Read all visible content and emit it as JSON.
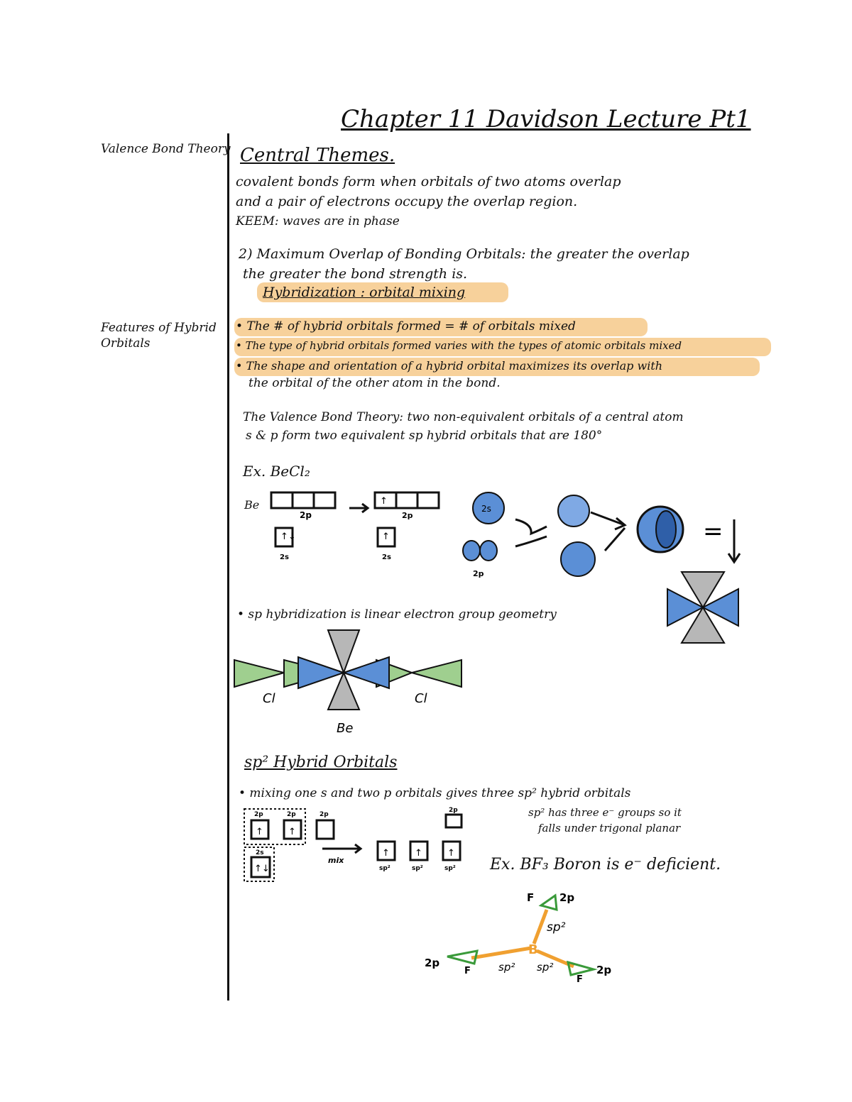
{
  "title": "Chapter 11 Davidson Lecture Pt1",
  "sidebar": {
    "valence_bond_theory": "Valence Bond Theory",
    "features_line1": "Features of Hybrid",
    "features_line2": "Orbitals"
  },
  "central_themes": {
    "heading": "Central Themes.",
    "line1": "covalent bonds form when orbitals of two atoms overlap",
    "line2": "and a pair of electrons occupy the overlap region.",
    "line3": "KEEM: waves are in phase"
  },
  "max_overlap": {
    "line1": "2) Maximum Overlap of Bonding Orbitals: the greater the overlap",
    "line2": "the greater the bond strength is.",
    "line3": "Hybridization : orbital mixing"
  },
  "features": {
    "b1": "• The # of hybrid orbitals formed = # of orbitals mixed",
    "b2": "• The type of hybrid orbitals formed varies with the types of atomic orbitals mixed",
    "b3": "• The shape and orientation of a hybrid orbital maximizes its overlap with",
    "b3b": "the orbital of the other atom in the bond."
  },
  "vbt": {
    "line1": "The Valence Bond Theory: two non-equivalent orbitals of a central atom",
    "line2": "s & p form two equivalent sp hybrid orbitals that are 180°"
  },
  "becl2": {
    "ex": "Ex. BeCl₂",
    "be": "Be",
    "lbl_2p": "2p",
    "lbl_2s": "2s",
    "orb_2s": "2s",
    "orb_2p": "2p",
    "sp_linear": "• sp hybridization is linear electron group geometry",
    "cl_left": "Cl",
    "cl_right": "Cl",
    "be_label": "Be",
    "equals": "="
  },
  "sp2": {
    "heading": "sp² Hybrid Orbitals",
    "line1": "• mixing one s and two p orbitals gives three sp² hybrid orbitals",
    "note1": "sp² has three e⁻ groups so it",
    "note2": "falls under trigonal planar",
    "box_2p": "2p",
    "box_2s": "2s",
    "mix": "mix",
    "sp2_lbl": "sp²",
    "ex_bf3": "Ex. BF₃  Boron is e⁻ deficient.",
    "f": "F",
    "b": "B",
    "lbl_2p": "2p",
    "lbl_sp2": "sp²"
  },
  "colors": {
    "highlight": "#f6c98a",
    "blue": "#5b8fd6",
    "green": "#9fcf8f",
    "gray": "#b7b7b7",
    "orange": "#f0a030",
    "triangle_green": "#3a9a3a"
  }
}
